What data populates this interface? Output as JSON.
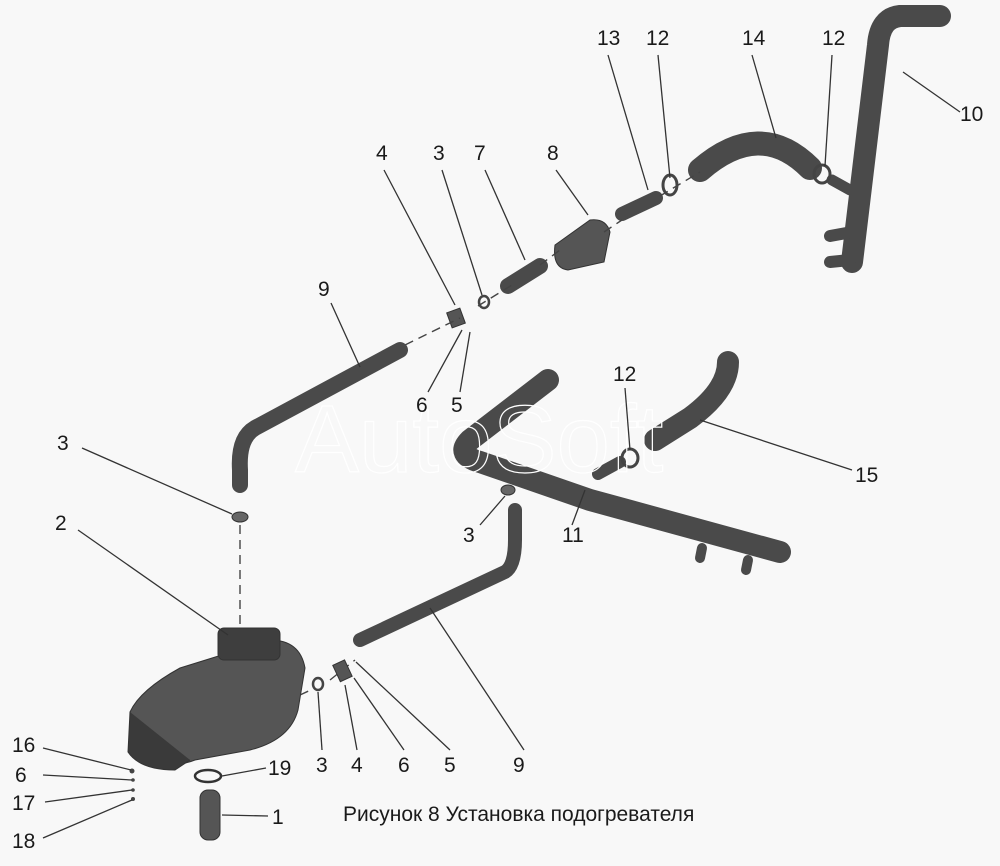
{
  "caption": "Рисунок 8  Установка подогревателя",
  "watermark": "AutoSoft",
  "labels": {
    "l1": "1",
    "l2": "2",
    "l3a": "3",
    "l3b": "3",
    "l3c": "3",
    "l3d": "3",
    "l4a": "4",
    "l4b": "4",
    "l5a": "5",
    "l5b": "5",
    "l6a": "6",
    "l6b": "6",
    "l6c": "6",
    "l7": "7",
    "l8": "8",
    "l9a": "9",
    "l9b": "9",
    "l10": "10",
    "l11": "11",
    "l12a": "12",
    "l12b": "12",
    "l12c": "12",
    "l13": "13",
    "l14": "14",
    "l15": "15",
    "l16": "16",
    "l17": "17",
    "l18": "18",
    "l19": "19"
  }
}
